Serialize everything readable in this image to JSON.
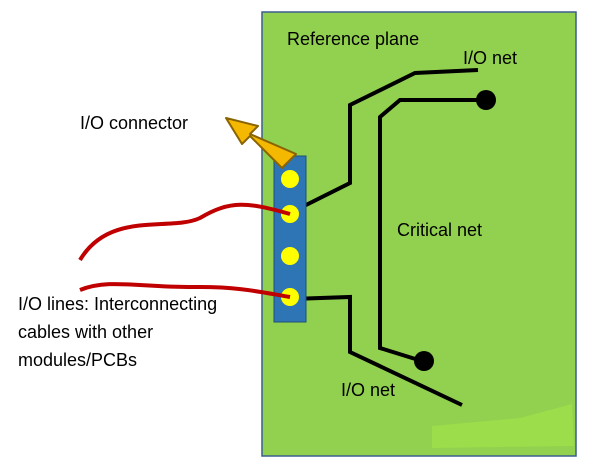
{
  "labels": {
    "reference_plane": "Reference plane",
    "io_net_top": "I/O net",
    "io_connector": "I/O connector",
    "critical_net": "Critical net",
    "io_lines_line1": "I/O lines: Interconnecting",
    "io_lines_line2": "cables with other",
    "io_lines_line3": "modules/PCBs",
    "io_net_bottom": "I/O net"
  },
  "colors": {
    "board": "#92d050",
    "board_border": "#3a5d8f",
    "connector": "#2e75b6",
    "pin": "#ffff00",
    "trace": "#000000",
    "cable": "#c00000",
    "arrow_fill": "#f5b800",
    "arrow_stroke": "#8a6400"
  }
}
